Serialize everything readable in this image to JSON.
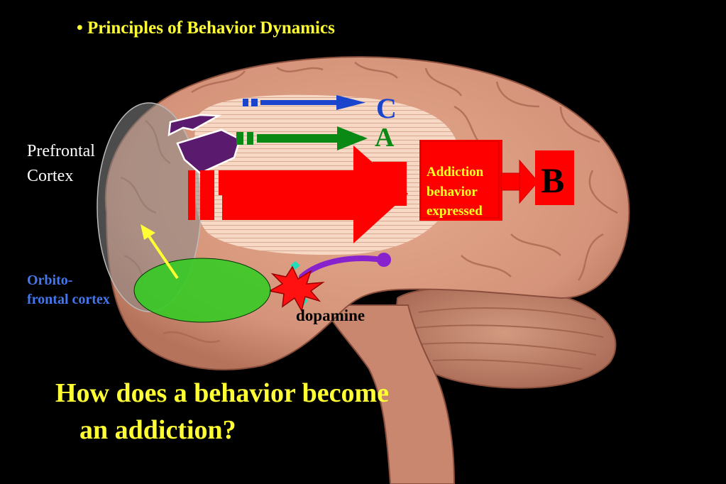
{
  "slide": {
    "title": "• Principles of Behavior Dynamics",
    "question_line1": "How does a behavior become",
    "question_line2": "an addiction?"
  },
  "labels": {
    "prefrontal_line1": "Prefrontal",
    "prefrontal_line2": "Cortex",
    "orbitofrontal_line1": "Orbito-",
    "orbitofrontal_line2": "frontal cortex",
    "dopamine": "dopamine"
  },
  "behaviors": {
    "c": "C",
    "a": "A",
    "b": "B"
  },
  "addiction_box": {
    "line1": "Addiction",
    "line2": "behavior",
    "line3": "expressed"
  },
  "colors": {
    "background": "#000000",
    "title": "#ffff33",
    "brain": "#d89a7c",
    "arrow_c": "#1a44cc",
    "arrow_a": "#0a8a14",
    "arrow_b": "#ff0000",
    "cortex_ellipse": "#8a8a8a",
    "ofc_ellipse": "#33cc22",
    "dopamine_pathway": "#8822cc",
    "yellow_arrow": "#ffff33"
  }
}
